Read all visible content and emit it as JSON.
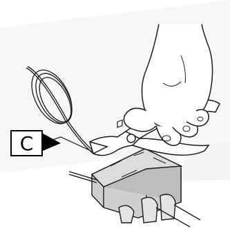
{
  "callout": {
    "label": "C"
  },
  "colors": {
    "ink": "#1a1a1a",
    "paper": "#ffffff",
    "watermark": "#f2f2f2",
    "connector": "#c8c8c8"
  },
  "icons": [
    "wire-coil",
    "cutting-pliers",
    "hand",
    "connector-block"
  ]
}
